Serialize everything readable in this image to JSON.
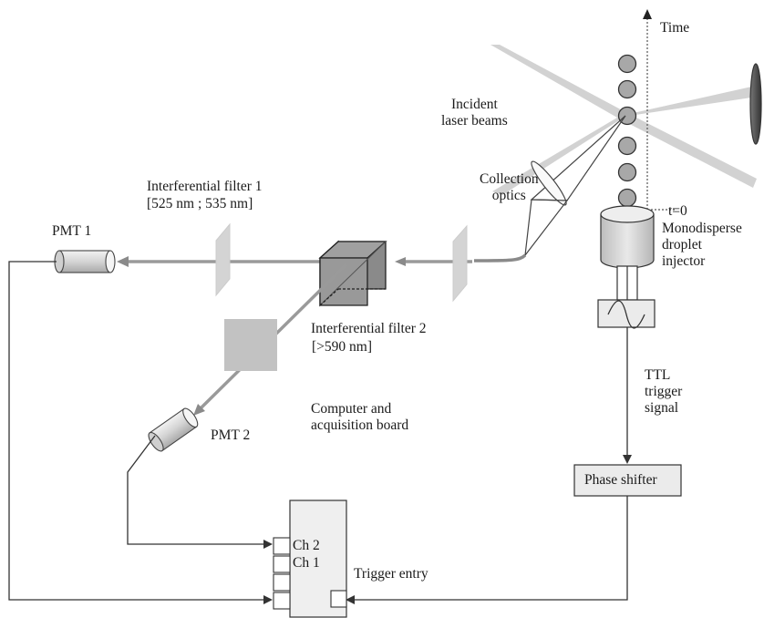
{
  "labels": {
    "time": "Time",
    "incident_beams": "Incident\nlaser beams",
    "collection_optics": "Collection\noptics",
    "t_zero": "t=0",
    "injector": "Monodisperse\ndroplet\ninjector",
    "filter1_name": "Interferential filter 1",
    "filter1_band": "[525 nm ; 535 nm]",
    "pmt1": "PMT 1",
    "filter2_name": "Interferential filter 2",
    "filter2_band": "[>590 nm]",
    "pmt2": "PMT 2",
    "computer": "Computer and\nacquisition board",
    "ttl_signal": "TTL\ntrigger\nsignal",
    "phase_shifter": "Phase shifter",
    "ch2": "Ch 2",
    "ch1": "Ch 1",
    "trigger_entry": "Trigger entry"
  },
  "colors": {
    "line": "#333333",
    "beam": "#9a9a9a",
    "laser_beam": "#d2d2d2",
    "component_fill": "#e6e6e6",
    "droplet_fill": "#a8a8a8"
  }
}
